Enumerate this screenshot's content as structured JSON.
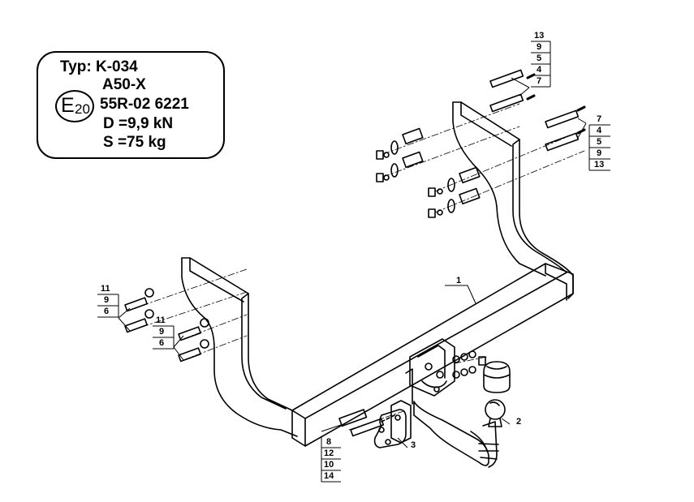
{
  "info": {
    "typ_label": "Typ:",
    "typ_value": "K-034",
    "line2": "A50-X",
    "emark_letter": "E",
    "emark_number": "20",
    "approval": "55R-02 6221",
    "d_value": "D =9,9 kN",
    "s_value": "S =75 kg"
  },
  "part_numbers": {
    "stack_top": [
      "13",
      "9",
      "5",
      "4",
      "7"
    ],
    "stack_right": [
      "7",
      "4",
      "5",
      "9",
      "13"
    ],
    "stack_left_upper": [
      "11",
      "9",
      "6"
    ],
    "stack_left_lower": [
      "11",
      "9",
      "6"
    ],
    "stack_bottom": [
      "8",
      "12",
      "10",
      "14"
    ],
    "label_crossbar": "1",
    "label_ball": "2",
    "label_socket": "3"
  }
}
